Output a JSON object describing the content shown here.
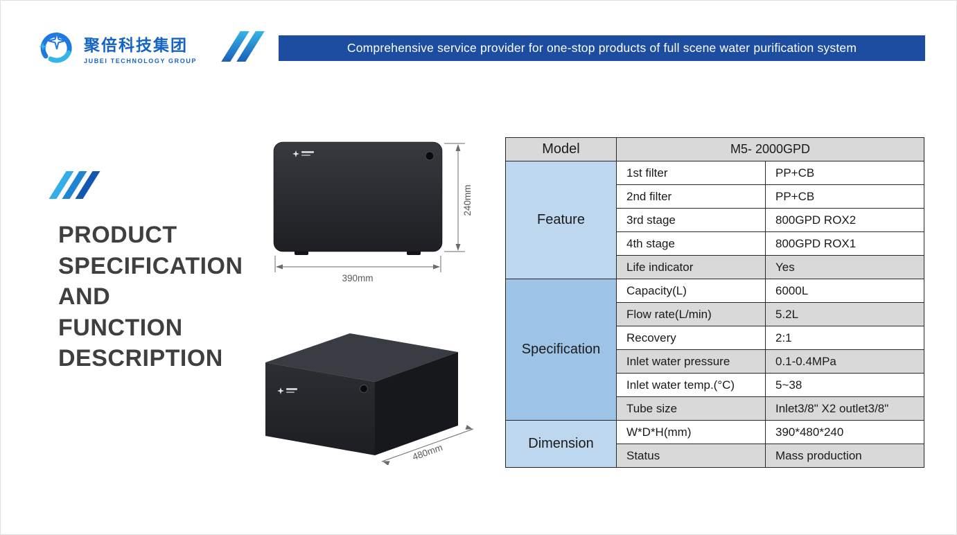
{
  "header": {
    "logo_cn": "聚倍科技集团",
    "logo_en": "JUBEI TECHNOLOGY GROUP",
    "banner": "Comprehensive service provider for one-stop products of full scene water purification system"
  },
  "left": {
    "title_lines": [
      "PRODUCT",
      "SPECIFICATION",
      "AND",
      "FUNCTION",
      "DESCRIPTION"
    ]
  },
  "product": {
    "front_height_label": "240mm",
    "front_width_label": "390mm",
    "depth_label": "480mm"
  },
  "table": {
    "header": {
      "col1": "Model",
      "col2": "M5- 2000GPD"
    },
    "groups": [
      {
        "name": "Feature",
        "color": "#bdd7ee",
        "rows": [
          {
            "label": "1st filter",
            "value": "PP+CB",
            "shaded": false
          },
          {
            "label": "2nd filter",
            "value": "PP+CB",
            "shaded": false
          },
          {
            "label": "3rd stage",
            "value": "800GPD ROX2",
            "shaded": false
          },
          {
            "label": "4th stage",
            "value": "800GPD ROX1",
            "shaded": false
          },
          {
            "label": "Life indicator",
            "value": "Yes",
            "shaded": true
          }
        ]
      },
      {
        "name": "Specification",
        "color": "#9dc3e6",
        "rows": [
          {
            "label": "Capacity(L)",
            "value": "6000L",
            "shaded": false
          },
          {
            "label": "Flow rate(L/min)",
            "value": "5.2L",
            "shaded": true
          },
          {
            "label": "Recovery",
            "value": "2:1",
            "shaded": false
          },
          {
            "label": "Inlet water pressure",
            "value": "0.1-0.4MPa",
            "shaded": true
          },
          {
            "label": "Inlet water temp.(°C)",
            "value": "5~38",
            "shaded": false
          },
          {
            "label": "Tube size",
            "value": "Inlet3/8\" X2 outlet3/8\"",
            "shaded": true
          }
        ]
      },
      {
        "name": "Dimension",
        "color": "#bdd7ee",
        "rows": [
          {
            "label": "W*D*H(mm)",
            "value": "390*480*240",
            "shaded": false
          },
          {
            "label": "Status",
            "value": "Mass production",
            "shaded": true
          }
        ]
      }
    ]
  },
  "colors": {
    "banner_bg": "#1c4da0",
    "row_shaded": "#d9d9d9",
    "slash_light": "#35b4e8",
    "slash_dark": "#1b5fb8",
    "brand_blue": "#1464c4"
  }
}
